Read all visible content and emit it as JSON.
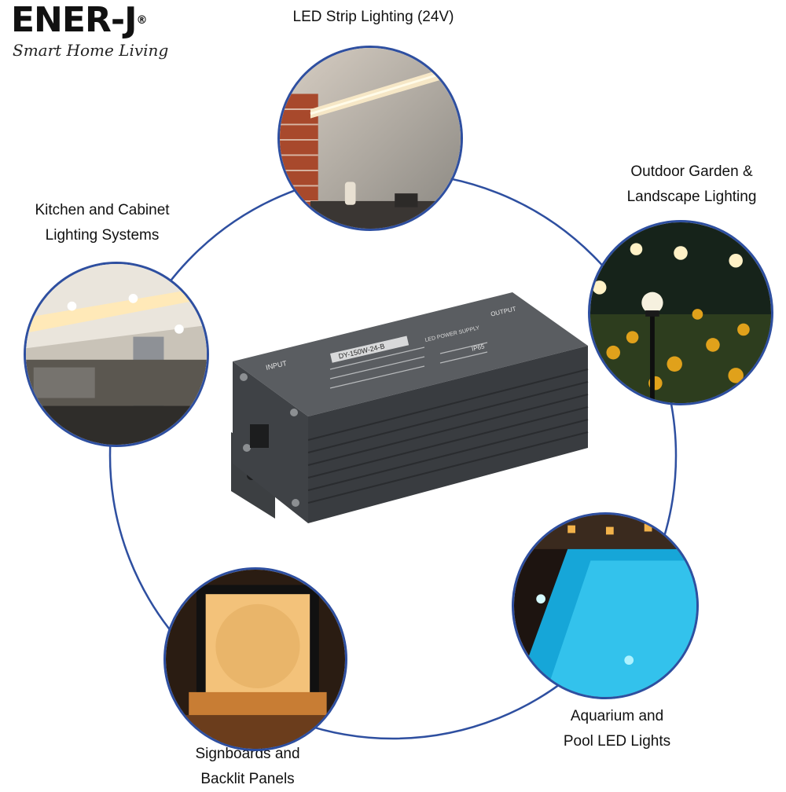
{
  "brand": {
    "logo_text": "ENER-J",
    "registered_mark": "®",
    "tagline": "Smart Home Living"
  },
  "applications": {
    "led_strip": "LED Strip Lighting (24V)",
    "kitchen_line1": "Kitchen and Cabinet",
    "kitchen_line2": "Lighting Systems",
    "garden_line1": "Outdoor Garden &",
    "garden_line2": "Landscape Lighting",
    "signboards_line1": "Signboards and",
    "signboards_line2": "Backlit Panels",
    "pool_line1": "Aquarium and",
    "pool_line2": "Pool LED Lights"
  },
  "product": {
    "input_label": "INPUT",
    "output_label": "OUTPUT",
    "model_text": "DY-150W-24-B",
    "supply_text": "LED POWER SUPPLY",
    "ip_rating": "IP65"
  },
  "colors": {
    "ring": "#2e4fa0",
    "device_body": "#45484b"
  }
}
